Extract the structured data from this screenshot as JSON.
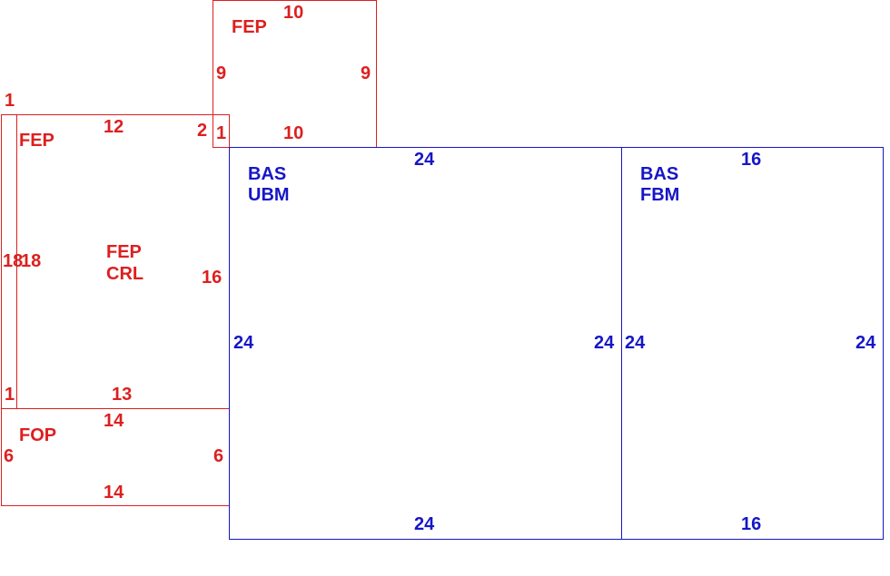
{
  "colors": {
    "red": "#dd1f1f",
    "blue": "#1616c6"
  },
  "rooms": {
    "fep_top": {
      "name": "FEP",
      "top": "10",
      "bottom": "10",
      "left": "9",
      "right": "9",
      "extra": "1",
      "color": "red"
    },
    "fep_strip": {
      "top": "1",
      "bottom": "1",
      "left": "18",
      "right": "18",
      "color": "red"
    },
    "fep_main": {
      "name": "FEP",
      "top": "12",
      "bottom": "13",
      "left": "18",
      "right": "16",
      "extra": "2",
      "color": "red"
    },
    "fep_crl": {
      "name_line1": "FEP",
      "name_line2": "CRL",
      "color": "red"
    },
    "fop": {
      "name": "FOP",
      "top": "14",
      "bottom": "14",
      "left": "6",
      "right": "6",
      "color": "red"
    },
    "bas_ubm": {
      "name_line1": "BAS",
      "name_line2": "UBM",
      "top": "24",
      "bottom": "24",
      "left": "24",
      "right": "24",
      "color": "blue"
    },
    "bas_fbm": {
      "name_line1": "BAS",
      "name_line2": "FBM",
      "top": "16",
      "bottom": "16",
      "left": "24",
      "right": "24",
      "color": "blue"
    }
  }
}
